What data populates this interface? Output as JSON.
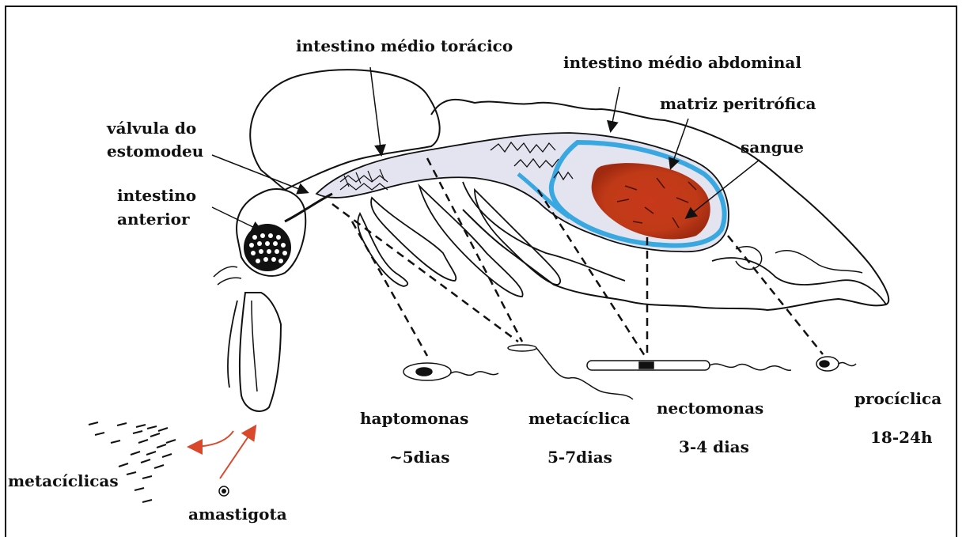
{
  "labels": {
    "midgut_thoracic": "intestino médio torácico",
    "midgut_abdominal": "intestino médio abdominal",
    "peritrophic_matrix": "matriz peritrófica",
    "stomodeal_valve_1": "válvula do",
    "stomodeal_valve_2": "estomodeu",
    "foregut_1": "intestino",
    "foregut_2": "anterior",
    "blood": "sangue"
  },
  "stages": {
    "haptomonas": {
      "name": "haptomonas",
      "time": "~5dias"
    },
    "metacyclic": {
      "name": "metacíclica",
      "time": "5-7dias"
    },
    "nectomonas": {
      "name": "nectomonas",
      "time": "3-4 dias"
    },
    "procyclic": {
      "name": "procíclica",
      "time": "18-24h"
    },
    "metacyclics": {
      "name": "metacíclicas"
    },
    "amastigote": {
      "name": "amastigota"
    }
  },
  "colors": {
    "blood": "#c8381a",
    "peritrophic_matrix": "#3aa8e0",
    "midgut_fill": "#e4e4f0",
    "arrow": "#d9482b"
  }
}
